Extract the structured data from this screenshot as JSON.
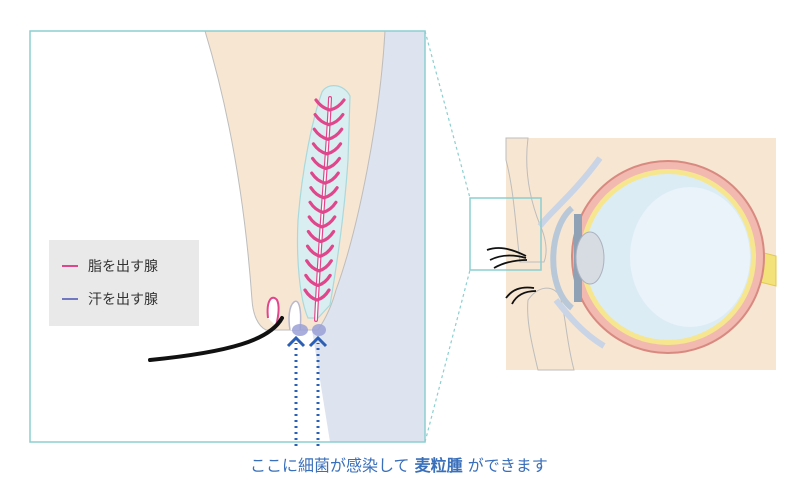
{
  "legend": {
    "items": [
      {
        "label": "脂を出す腺",
        "color": "#e0468c"
      },
      {
        "label": "汗を出す腺",
        "color": "#7079c0"
      }
    ]
  },
  "caption": {
    "before": "ここに細菌が感染して",
    "highlight": "麦粒腫",
    "after": "ができます"
  },
  "colors": {
    "frame": "#8ccfd0",
    "skin": "#f7e6d2",
    "conjunctiva": "#dde3ef",
    "gland_fill": "#d9eef0",
    "gland_line": "#e0468c",
    "arrow": "#2a5fb5",
    "sclera_outer": "#f2b9b0",
    "optic_nerve": "#f3e27a"
  }
}
